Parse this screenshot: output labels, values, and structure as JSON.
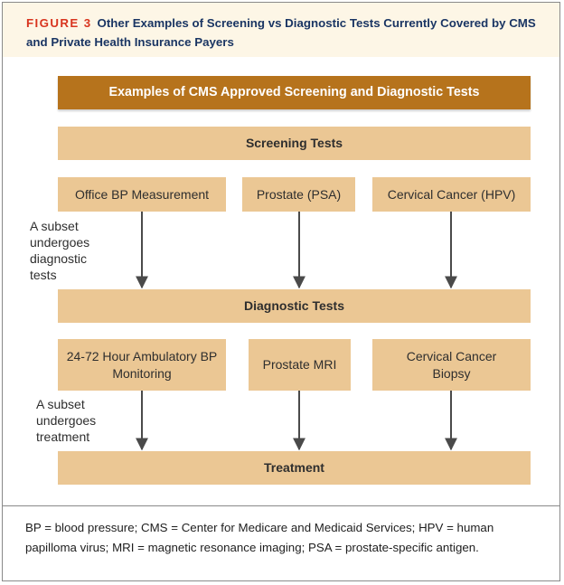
{
  "figure": {
    "label": "FIGURE 3",
    "title": "Other Examples of Screening vs Diagnostic Tests Currently Covered by CMS and Private Health Insurance Payers"
  },
  "diagram": {
    "banner": "Examples of CMS Approved Screening and Diagnostic Tests",
    "screening_header": "Screening Tests",
    "screening_tests": [
      "Office BP Measurement",
      "Prostate (PSA)",
      "Cervical Cancer (HPV)"
    ],
    "note_to_diagnostic": "A subset undergoes diagnostic tests",
    "diagnostic_header": "Diagnostic Tests",
    "diagnostic_tests": [
      "24-72 Hour Ambulatory BP Monitoring",
      "Prostate MRI",
      "Cervical Cancer Biopsy"
    ],
    "note_to_treatment": "A subset undergoes treatment",
    "treatment_header": "Treatment"
  },
  "footnote": "BP = blood pressure; CMS = Center for Medicare and Medicaid Services; HPV = human papilloma virus; MRI = magnetic resonance imaging; PSA = prostate-specific antigen.",
  "colors": {
    "banner": "#b6731c",
    "box": "#ebc794",
    "header_bg": "#fdf6e6",
    "title": "#1a3563",
    "figure_label": "#d8341e",
    "arrow": "#4a4a4a"
  }
}
